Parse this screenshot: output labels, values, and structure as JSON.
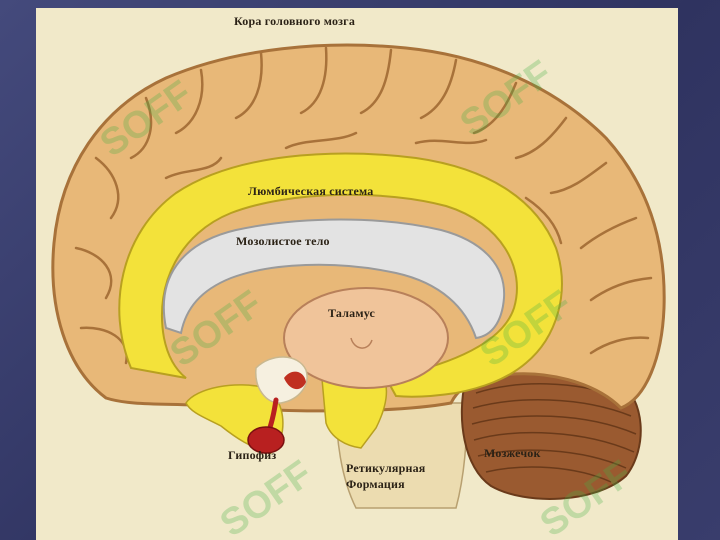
{
  "labels": {
    "cortex": "Кора головного мозга",
    "limbic": "Люмбическая система",
    "corpus_callosum": "Мозолистое тело",
    "thalamus": "Таламус",
    "pituitary": "Гипофиз",
    "reticular": "Ретикулярная\nФормация",
    "cerebellum": "Мозжечок"
  },
  "watermarks": [
    "SOFF",
    "SOFF",
    "SOFF",
    "SOFF",
    "SOFF",
    "SOFF"
  ],
  "colors": {
    "slide_bg": "#3b3f6e",
    "cortex": "#e8b878",
    "cortex_dark": "#a8723a",
    "limbic": "#f3e23a",
    "corpus": "#e3e3e3",
    "thalamus": "#f0c49a",
    "pituitary": "#b82020",
    "cerebellum": "#9a5a30",
    "watermark": "#46af46"
  }
}
